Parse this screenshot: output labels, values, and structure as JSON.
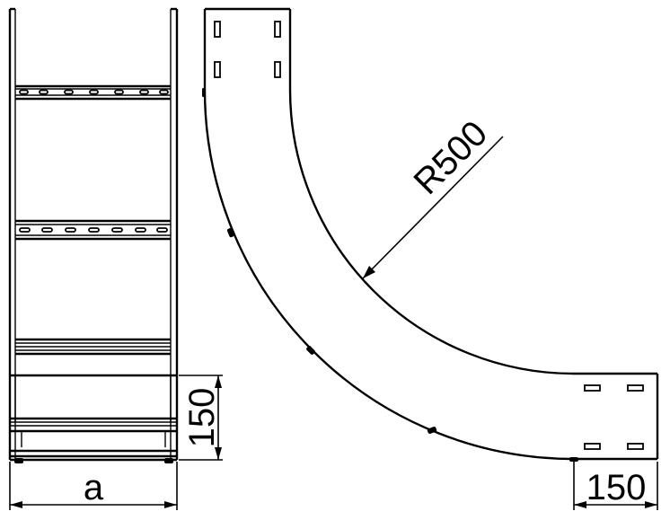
{
  "labels": {
    "radius": "R500",
    "height": "150",
    "width": "a",
    "flange": "150"
  }
}
